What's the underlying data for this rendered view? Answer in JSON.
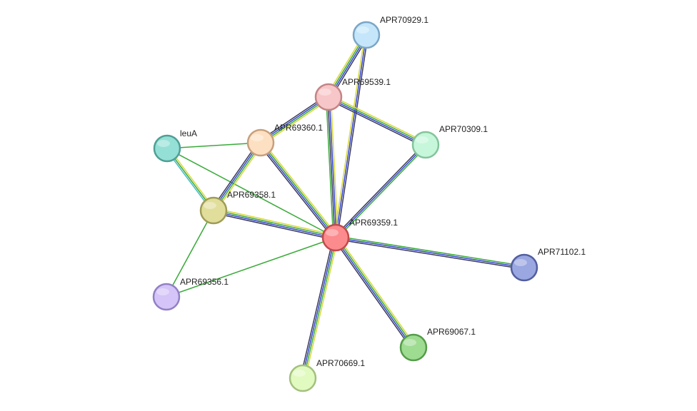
{
  "network": {
    "nodes": [
      {
        "id": "APR70929.1",
        "label": "APR70929.1",
        "fill": "#c5e6fa",
        "stroke": "#7aa6c7"
      },
      {
        "id": "APR69539.1",
        "label": "APR69539.1",
        "fill": "#f7c6c8",
        "stroke": "#c48486"
      },
      {
        "id": "APR70309.1",
        "label": "APR70309.1",
        "fill": "#c6f7da",
        "stroke": "#84c49c"
      },
      {
        "id": "leuA",
        "label": "leuA",
        "fill": "#95e0d6",
        "stroke": "#4f9f95"
      },
      {
        "id": "APR69360.1",
        "label": "APR69360.1",
        "fill": "#fde0c2",
        "stroke": "#c8a07c"
      },
      {
        "id": "APR69358.1",
        "label": "APR69358.1",
        "fill": "#e0de9a",
        "stroke": "#9f9c56"
      },
      {
        "id": "APR69359.1",
        "label": "APR69359.1",
        "fill": "#fc8b8e",
        "stroke": "#c2494d"
      },
      {
        "id": "APR71102.1",
        "label": "APR71102.1",
        "fill": "#9aa7e0",
        "stroke": "#525ea0"
      },
      {
        "id": "APR69356.1",
        "label": "APR69356.1",
        "fill": "#d4c4f7",
        "stroke": "#9280c4"
      },
      {
        "id": "APR69067.1",
        "label": "APR69067.1",
        "fill": "#9edc92",
        "stroke": "#559c4a"
      },
      {
        "id": "APR70669.1",
        "label": "APR70669.1",
        "fill": "#e0fac0",
        "stroke": "#a4c07e"
      }
    ],
    "edges": [
      {
        "source": "APR69539.1",
        "target": "APR70929.1",
        "colors": [
          "#d8d83c",
          "#3aaa3a",
          "#3344cc",
          "#3a3a5a"
        ]
      },
      {
        "source": "APR69359.1",
        "target": "APR70929.1",
        "colors": [
          "#d8d83c",
          "#3344cc",
          "#3a3a5a"
        ]
      },
      {
        "source": "APR69539.1",
        "target": "APR69360.1",
        "colors": [
          "#d8d83c",
          "#3aaa3a",
          "#3344cc",
          "#3a3a5a"
        ]
      },
      {
        "source": "APR69539.1",
        "target": "APR70309.1",
        "colors": [
          "#d8d83c",
          "#3aaa3a",
          "#3344cc",
          "#3a3a5a"
        ]
      },
      {
        "source": "APR69539.1",
        "target": "APR69359.1",
        "colors": [
          "#d8d83c",
          "#3344cc",
          "#3a3a5a",
          "#3aaa3a"
        ]
      },
      {
        "source": "APR70309.1",
        "target": "APR69359.1",
        "colors": [
          "#3aaa3a",
          "#3344cc",
          "#3a3a5a"
        ]
      },
      {
        "source": "leuA",
        "target": "APR69360.1",
        "colors": [
          "#3aaa3a"
        ]
      },
      {
        "source": "leuA",
        "target": "APR69358.1",
        "colors": [
          "#d8d83c",
          "#3aaa3a",
          "#46b8c8"
        ]
      },
      {
        "source": "leuA",
        "target": "APR69359.1",
        "colors": [
          "#3aaa3a"
        ]
      },
      {
        "source": "APR69360.1",
        "target": "APR69358.1",
        "colors": [
          "#d8d83c",
          "#3aaa3a",
          "#3344cc",
          "#3a3a5a"
        ]
      },
      {
        "source": "APR69360.1",
        "target": "APR69359.1",
        "colors": [
          "#d8d83c",
          "#3aaa3a",
          "#3344cc",
          "#3a3a5a"
        ]
      },
      {
        "source": "APR69358.1",
        "target": "APR69359.1",
        "colors": [
          "#d8d83c",
          "#3aaa3a",
          "#3344cc",
          "#3a3a5a"
        ]
      },
      {
        "source": "APR69358.1",
        "target": "APR69356.1",
        "colors": [
          "#3aaa3a"
        ]
      },
      {
        "source": "APR69359.1",
        "target": "APR69356.1",
        "colors": [
          "#3aaa3a"
        ]
      },
      {
        "source": "APR69359.1",
        "target": "APR71102.1",
        "colors": [
          "#3aaa3a",
          "#3344cc",
          "#3a3a5a"
        ]
      },
      {
        "source": "APR69359.1",
        "target": "APR69067.1",
        "colors": [
          "#d8d83c",
          "#3aaa3a",
          "#3344cc",
          "#3a3a5a"
        ]
      },
      {
        "source": "APR69359.1",
        "target": "APR70669.1",
        "colors": [
          "#d8d83c",
          "#3aaa3a",
          "#3344cc",
          "#3a3a5a"
        ]
      }
    ]
  }
}
